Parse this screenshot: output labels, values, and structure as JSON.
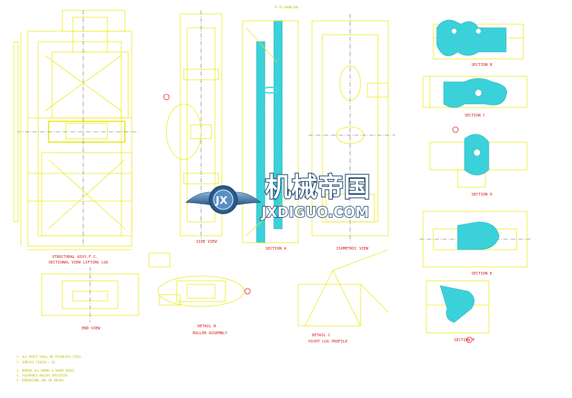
{
  "header": {
    "top_label": "TF AI HANDLING"
  },
  "views": {
    "main": "STRUCTURAL ASSY.F.C.",
    "main_sub": "SECTIONAL VIEW LIFTING LUG",
    "side": "SIDE VIEW",
    "section_a": "SECTION A",
    "isometric": "ISOMETRIC VIEW",
    "end": "END VIEW",
    "detail_b": "DETAIL B",
    "detail_b_sub": "ROLLER ASSEMBLY",
    "detail_c": "DETAIL C",
    "detail_c_sub": "PIVOT LUG PROFILE",
    "section_b": "SECTION B",
    "section_c": "SECTION C",
    "section_d": "SECTION D",
    "section_e": "SECTION E",
    "section_f": "SECTION F"
  },
  "notes": [
    "1. ALL PARTS SHALL BE STAINLESS STEEL",
    "2. SURFACE FINISH ✓ 63",
    "3. REMOVE ALL BURRS & SHARP EDGES",
    "4. TOLERANCE UNLESS SPECIFIED",
    "5. DIMENSIONS ARE IN INCHES"
  ],
  "watermark": {
    "cn": "机械帝国",
    "en": "JXDIGUO.COM",
    "badge": "JX"
  },
  "colors": {
    "yellow": "#e8e800",
    "cyan": "#40d8e0",
    "red": "#e01010",
    "grey": "#808080",
    "navy": "#15406a"
  }
}
